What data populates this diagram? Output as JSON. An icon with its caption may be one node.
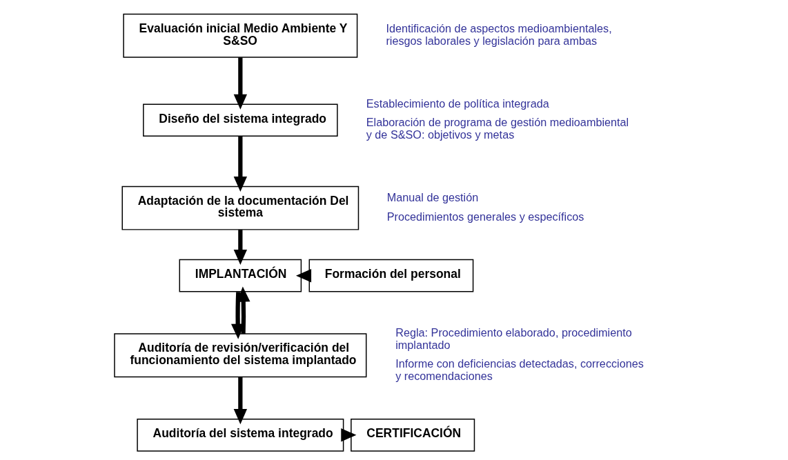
{
  "diagram": {
    "nodes": [
      {
        "text": [
          "Evaluación inicial Medio Ambiente Y S&SO"
        ],
        "beside": [
          "Identificación de aspectos medioambientales, riesgos laborales y legislación para ambas"
        ]
      },
      {
        "text": [
          "Diseño del sistema integrado"
        ],
        "beside": [
          "Establecimiento de política integrada",
          "Elaboración de programa de gestión medioambiental y de S&SO: objetivos y metas"
        ]
      },
      {
        "text": [
          "Adaptación de la documentación Del sistema"
        ],
        "beside": [
          "Manual de gestión",
          "Procedimientos generales y específicos"
        ]
      },
      {
        "text": [
          "IMPLANTACIÓN"
        ]
      },
      {
        "text": [
          "Formación del personal"
        ]
      },
      {
        "text": [
          "Auditoría de revisión/verificación del funcionamiento del sistema implantado"
        ],
        "beside": [
          "Regla: Procedimiento elaborado, procedimiento implantado",
          "Informe con deficiencias detectadas, correcciones y recomendaciones"
        ]
      },
      {
        "text": [
          "Auditoría del sistema integrado"
        ]
      },
      {
        "text": [
          "CERTIFICACIÓN"
        ]
      }
    ],
    "edges": [
      {
        "from": 0,
        "to": 1,
        "arrow": "to"
      },
      {
        "from": 1,
        "to": 2,
        "arrow": "to"
      },
      {
        "from": 2,
        "to": 3,
        "arrow": "to"
      },
      {
        "from": 4,
        "to": 3,
        "arrow": "to"
      },
      {
        "from": 3,
        "to": 5,
        "arrow": "to"
      },
      {
        "from": 5,
        "to": 3,
        "arrow": "to"
      },
      {
        "from": 5,
        "to": 6,
        "arrow": "to"
      },
      {
        "from": 6,
        "to": 7,
        "arrow": "to"
      }
    ]
  }
}
